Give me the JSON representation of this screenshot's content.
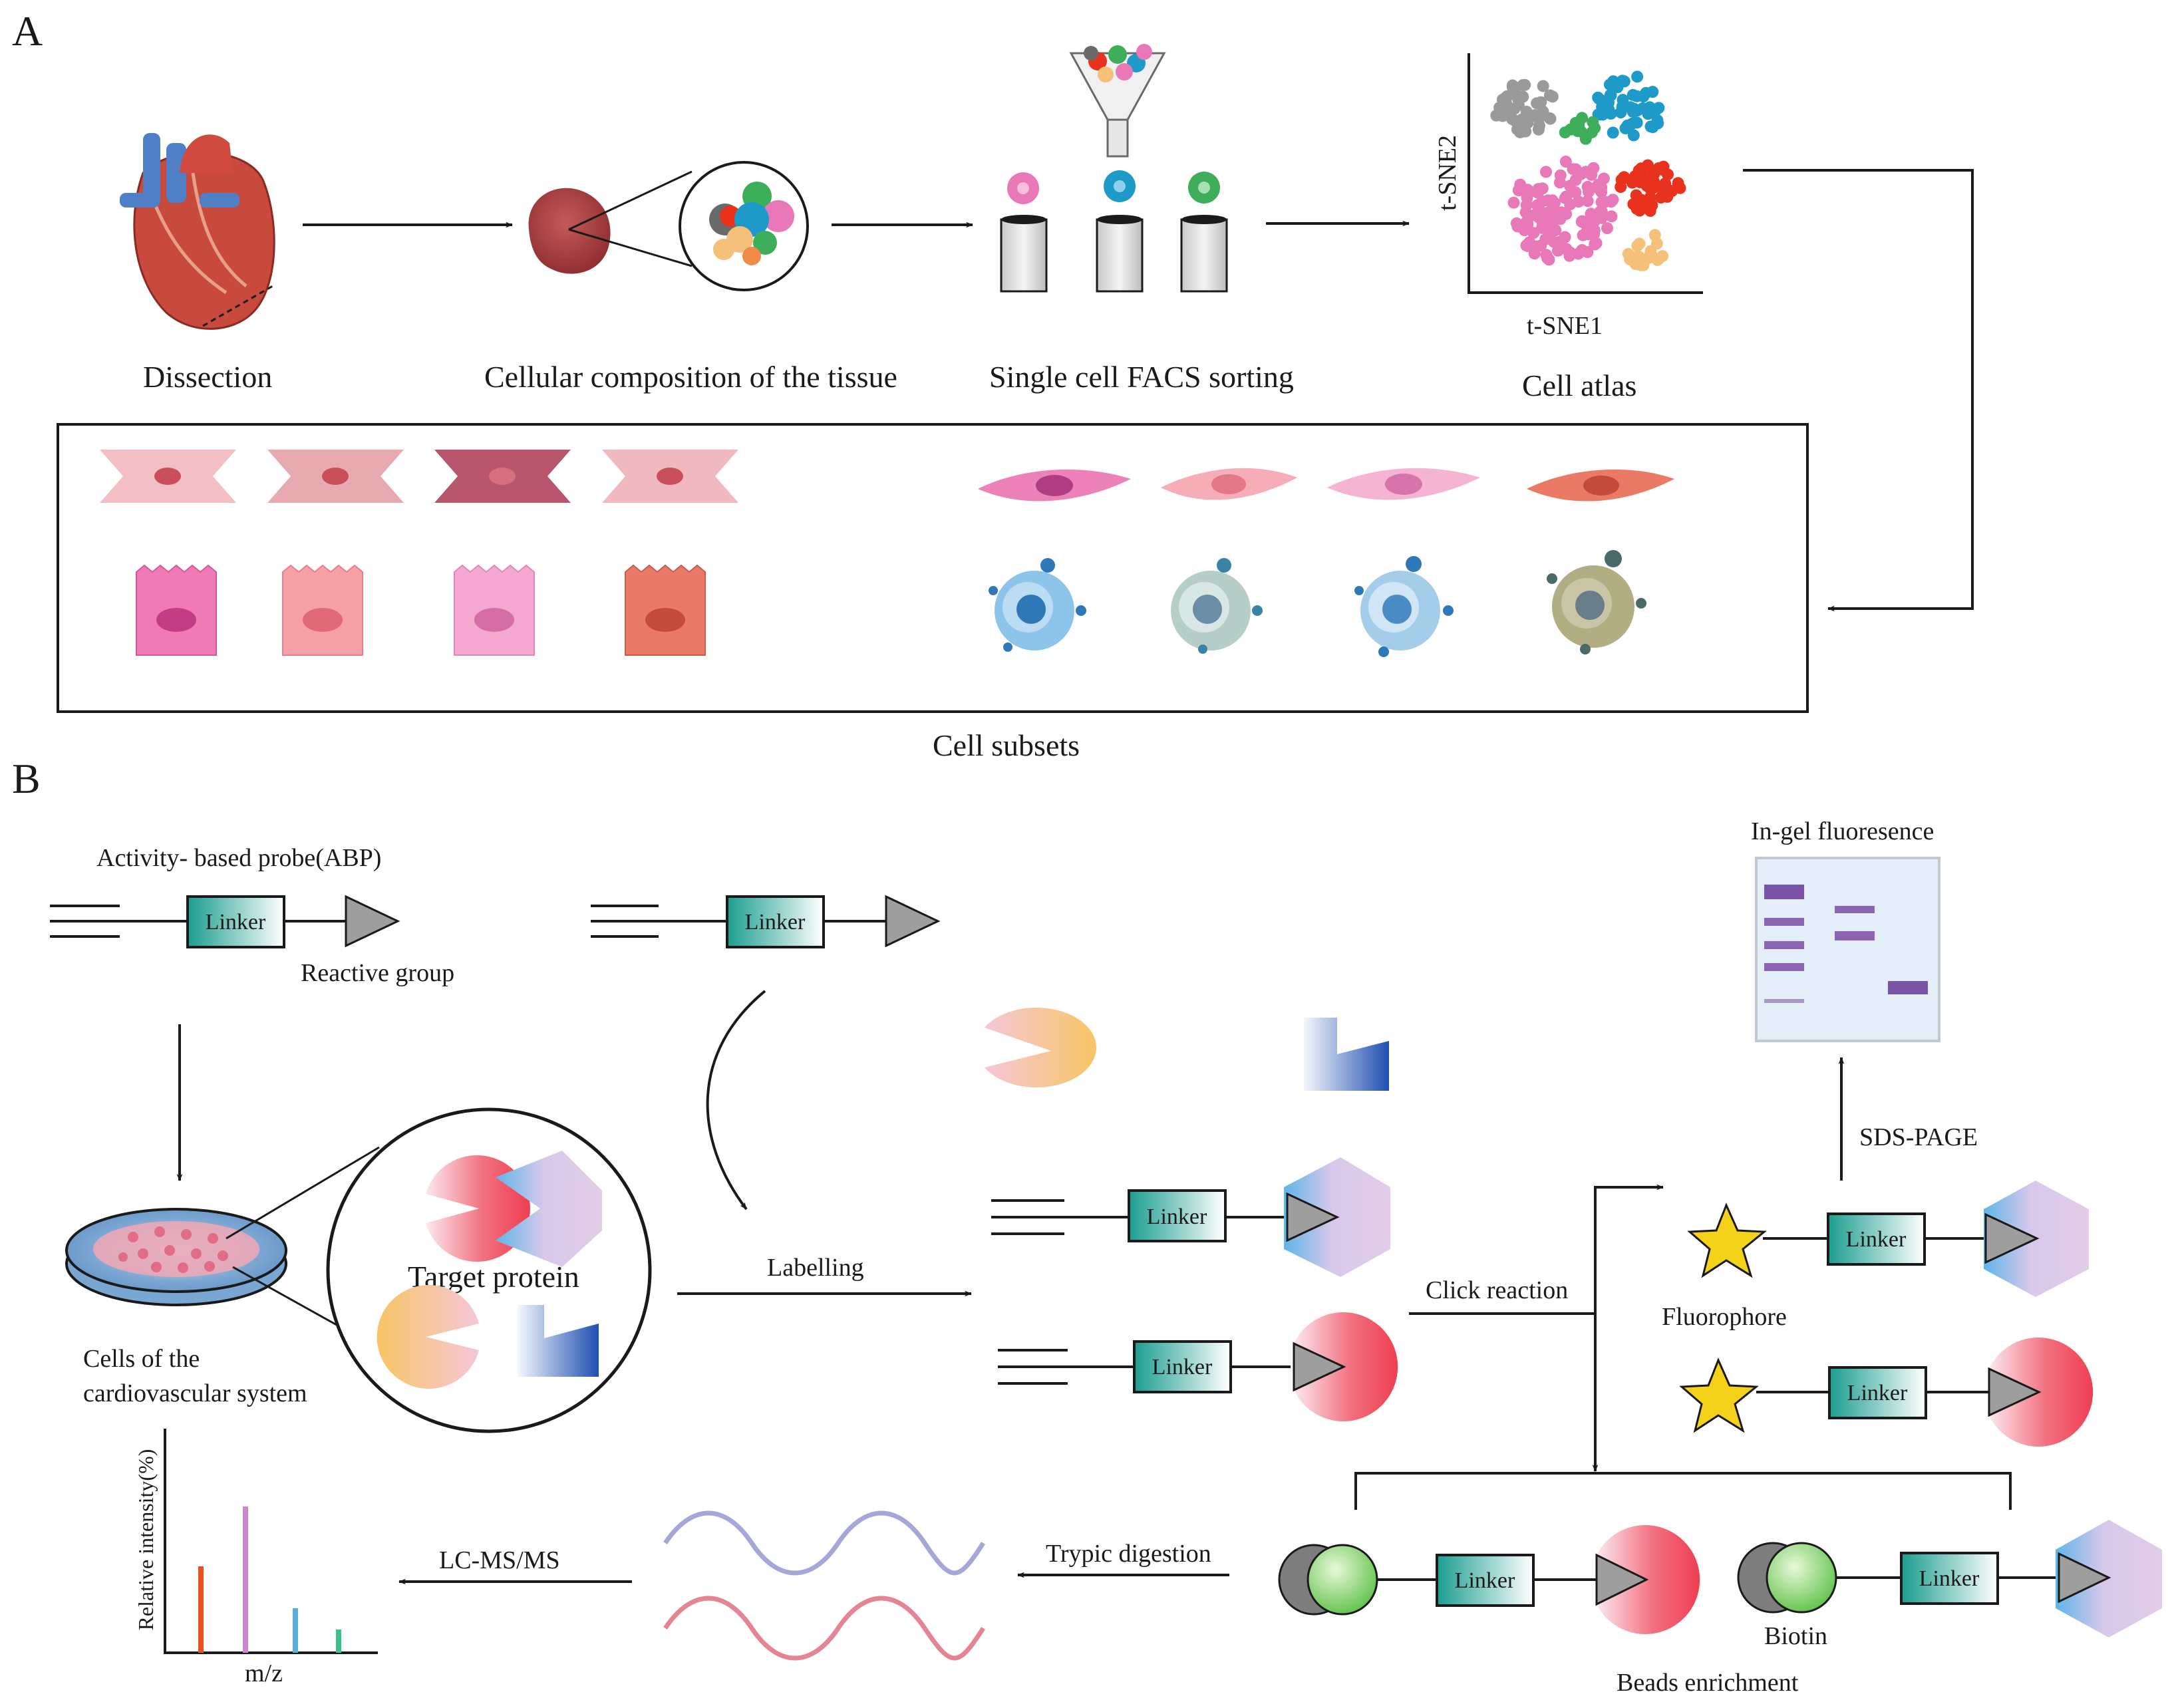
{
  "panel_a": {
    "letter": "A",
    "dissection": "Dissection",
    "cellular_composition": "Cellular composition of  the tissue",
    "facs_sorting": "Single cell FACS sorting",
    "cell_atlas": "Cell atlas",
    "tsne1": "t-SNE1",
    "tsne2": "t-SNE2",
    "cell_subsets": "Cell subsets"
  },
  "panel_b": {
    "letter": "B",
    "abp": "Activity- based probe(ABP)",
    "reactive_group": "Reactive group",
    "linker": "Linker",
    "target_protein": "Target protein",
    "cells_line1": "Cells of the",
    "cells_line2": "cardiovascular system",
    "labelling": "Labelling",
    "click_reaction": "Click reaction",
    "fluorophore": "Fluorophore",
    "in_gel": "In-gel fluoresence",
    "sds_page": "SDS-PAGE",
    "biotin": "Biotin",
    "beads_enrichment": "Beads enrichment",
    "tryptic": "Trypic digestion",
    "lcms": "LC-MS/MS",
    "rel_intensity": "Relative intensity(%)",
    "mz": "m/z"
  },
  "colors": {
    "linker_dark": "#1b9e8f",
    "pink_cluster": "#e878b8",
    "red_cluster": "#e8321e",
    "blue_cluster": "#1e9ac8",
    "green_cluster": "#3fae5a",
    "gray_cluster": "#9a9a9a",
    "orange_cluster": "#f5c07a",
    "gel_band": "#8a64b0"
  }
}
